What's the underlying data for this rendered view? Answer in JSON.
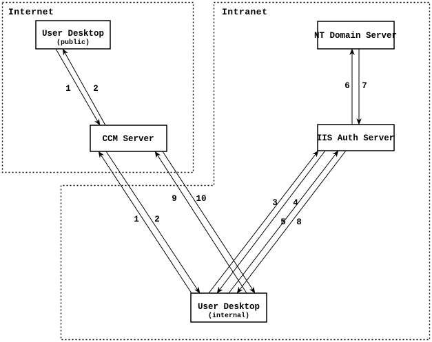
{
  "diagram": {
    "title_hint": "CCM / IIS authentication flow diagram",
    "colors": {
      "background": "#ffffff",
      "line": "#000000",
      "text": "#000000"
    },
    "zones": {
      "internet": {
        "label": "Internet"
      },
      "intranet": {
        "label": "Intranet"
      }
    },
    "nodes": {
      "user_desktop_public": {
        "label": "User Desktop",
        "sublabel": "(public)"
      },
      "ccm_server": {
        "label": "CCM Server"
      },
      "nt_domain_server": {
        "label": "NT Domain Server"
      },
      "iis_auth_server": {
        "label": "IIS Auth Server"
      },
      "user_desktop_internal": {
        "label": "User Desktop",
        "sublabel": "(internal)"
      }
    },
    "edges": [
      {
        "label": "1",
        "from": "user-desktop-public",
        "to": "ccm-server"
      },
      {
        "label": "2",
        "from": "ccm-server",
        "to": "user-desktop-public"
      },
      {
        "label": "1",
        "from": "user-desktop-internal",
        "to": "ccm-server"
      },
      {
        "label": "2",
        "from": "ccm-server",
        "to": "user-desktop-internal"
      },
      {
        "label": "9",
        "from": "user-desktop-internal",
        "to": "ccm-server"
      },
      {
        "label": "10",
        "from": "ccm-server",
        "to": "user-desktop-internal"
      },
      {
        "label": "3",
        "from": "user-desktop-internal",
        "to": "iis-auth-server"
      },
      {
        "label": "4",
        "from": "iis-auth-server",
        "to": "user-desktop-internal"
      },
      {
        "label": "5",
        "from": "user-desktop-internal",
        "to": "iis-auth-server"
      },
      {
        "label": "8",
        "from": "iis-auth-server",
        "to": "user-desktop-internal"
      },
      {
        "label": "6",
        "from": "iis-auth-server",
        "to": "nt-domain-server"
      },
      {
        "label": "7",
        "from": "nt-domain-server",
        "to": "iis-auth-server"
      }
    ]
  }
}
